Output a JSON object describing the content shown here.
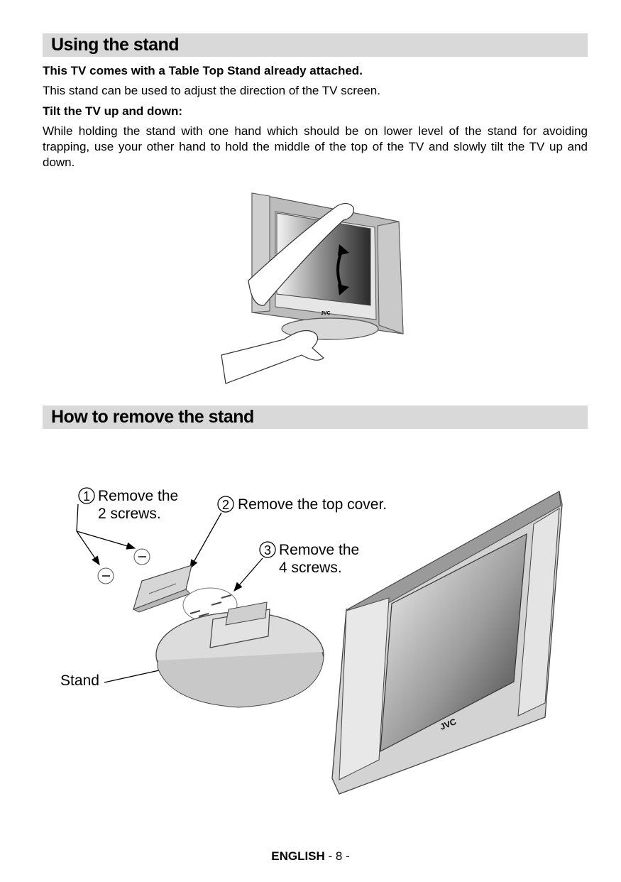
{
  "section1": {
    "title": "Using the stand",
    "intro_bold": "This TV comes with a Table Top Stand already attached.",
    "intro": "This stand can be used to adjust the direction of the TV screen.",
    "subheading": "Tilt the TV up and down:",
    "paragraph": "While holding the stand with one hand which should be on lower level of the stand for avoiding trapping, use your other hand to hold the middle of the top of the TV and slowly tilt the TV up and down."
  },
  "section2": {
    "title": "How to remove the stand",
    "step1_num": "1",
    "step1_line1": "Remove the",
    "step1_line2": "2 screws.",
    "step2_num": "2",
    "step2_text": "Remove the top cover.",
    "step3_num": "3",
    "step3_line1": "Remove the",
    "step3_line2": "4 screws.",
    "stand_label": "Stand"
  },
  "brand_logo": "JVC",
  "footer": {
    "language": "ENGLISH",
    "page": "- 8 -"
  }
}
